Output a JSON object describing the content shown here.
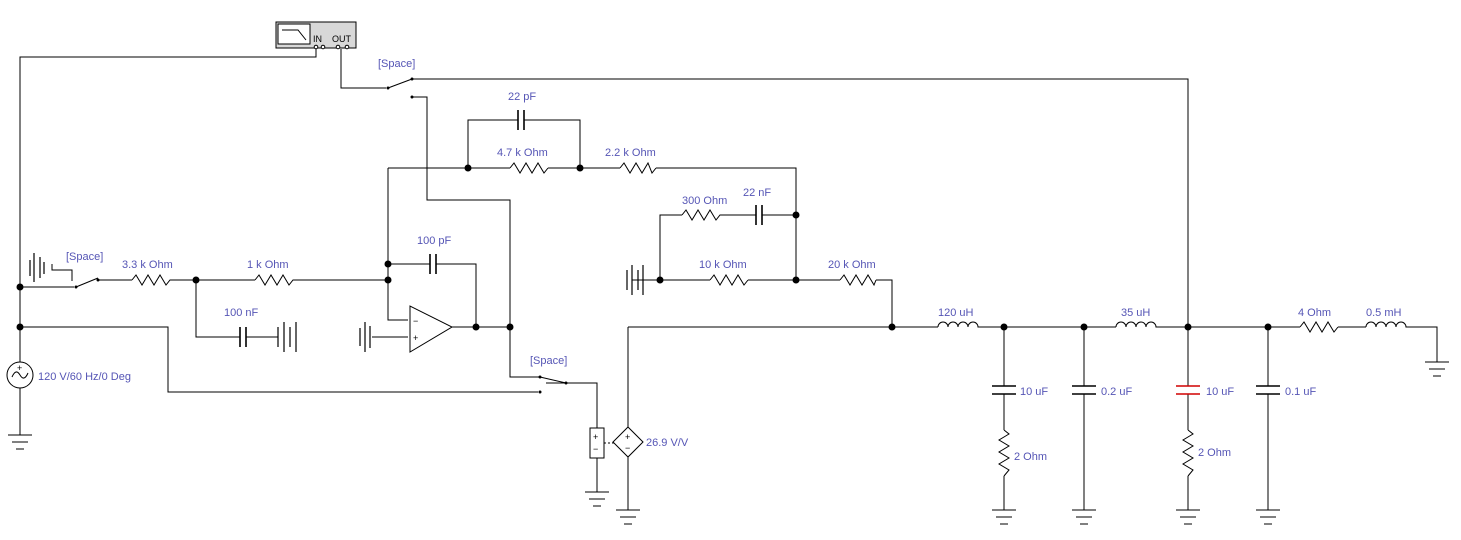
{
  "instrument": {
    "in_label": "IN",
    "out_label": "OUT"
  },
  "switches": {
    "top": "[Space]",
    "left": "[Space]",
    "lower": "[Space]"
  },
  "source": {
    "label": "120 V/60 Hz/0 Deg"
  },
  "controlled_source": {
    "label": "26.9 V/V"
  },
  "components": {
    "c_22pf": "22 pF",
    "r_4k7": "4.7 k Ohm",
    "r_2k2": "2.2 k Ohm",
    "r_300": "300  Ohm",
    "c_22nf": "22 nF",
    "r_10k": "10 k Ohm",
    "r_20k": "20 k Ohm",
    "r_3k3": "3.3 k Ohm",
    "r_1k": "1 k Ohm",
    "c_100pf": "100 pF",
    "c_100nf": "100 nF",
    "l_120uh": "120 uH",
    "l_35uh": "35 uH",
    "r_4": "4  Ohm",
    "l_0_5mh": "0.5 mH",
    "c_10uf_a": "10 uF",
    "r_2_a": "2  Ohm",
    "c_0_2uf": "0.2 uF",
    "c_10uf_b": "10 uF",
    "r_2_b": "2  Ohm",
    "c_0_1uf": "0.1 uF"
  },
  "colors": {
    "wire": "#000000",
    "label": "#5555b5",
    "highlight_capacitor": "#d00000"
  }
}
